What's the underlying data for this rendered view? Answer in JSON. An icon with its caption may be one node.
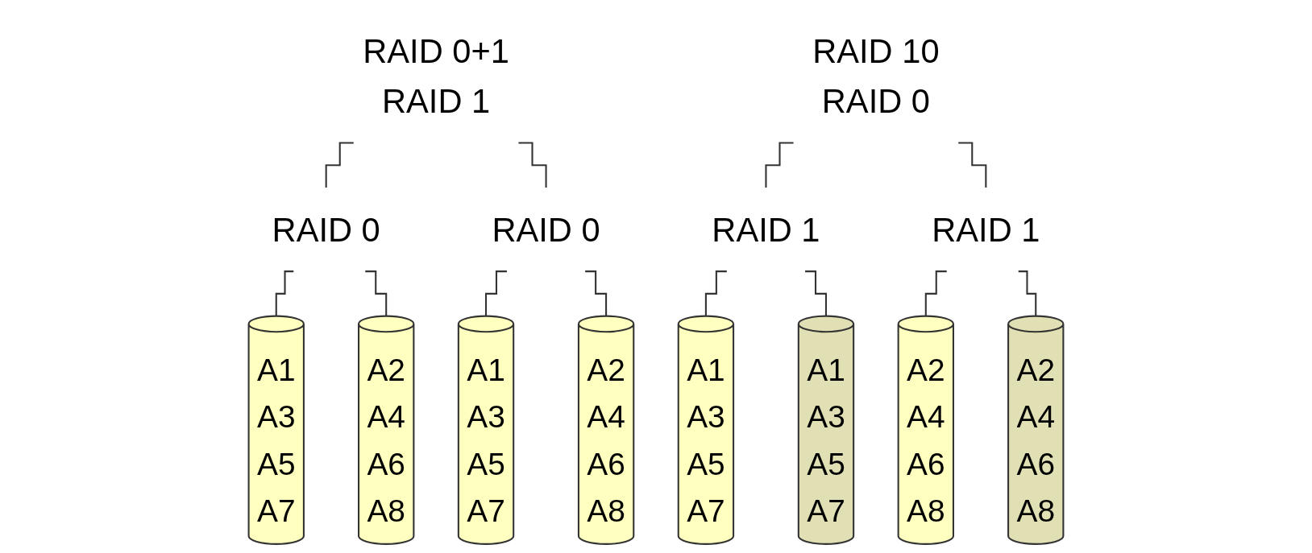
{
  "diagram": {
    "nodes": [
      {
        "text": [
          "RAID 0+1",
          "RAID 1"
        ]
      },
      {
        "text": [
          "RAID 0"
        ]
      },
      {
        "text": [
          "RAID 0"
        ]
      },
      {
        "text": [
          "A1",
          "A3",
          "A5",
          "A7"
        ]
      },
      {
        "text": [
          "A2",
          "A4",
          "A6",
          "A8"
        ]
      },
      {
        "text": [
          "A1",
          "A3",
          "A5",
          "A7"
        ]
      },
      {
        "text": [
          "A2",
          "A4",
          "A6",
          "A8"
        ]
      },
      {
        "text": [
          "RAID 10",
          "RAID 0"
        ]
      },
      {
        "text": [
          "RAID 1"
        ]
      },
      {
        "text": [
          "RAID 1"
        ]
      },
      {
        "text": [
          "A1",
          "A3",
          "A5",
          "A7"
        ]
      },
      {
        "text": [
          "A1",
          "A3",
          "A5",
          "A7"
        ]
      },
      {
        "text": [
          "A2",
          "A4",
          "A6",
          "A8"
        ]
      },
      {
        "text": [
          "A2",
          "A4",
          "A6",
          "A8"
        ]
      }
    ],
    "edges": [
      {
        "from": 0,
        "to": 1,
        "arrow": "none"
      },
      {
        "from": 0,
        "to": 2,
        "arrow": "none"
      },
      {
        "from": 1,
        "to": 3,
        "arrow": "none"
      },
      {
        "from": 1,
        "to": 4,
        "arrow": "none"
      },
      {
        "from": 2,
        "to": 5,
        "arrow": "none"
      },
      {
        "from": 2,
        "to": 6,
        "arrow": "none"
      },
      {
        "from": 7,
        "to": 8,
        "arrow": "none"
      },
      {
        "from": 7,
        "to": 9,
        "arrow": "none"
      },
      {
        "from": 8,
        "to": 10,
        "arrow": "none"
      },
      {
        "from": 8,
        "to": 11,
        "arrow": "none"
      },
      {
        "from": 9,
        "to": 12,
        "arrow": "none"
      },
      {
        "from": 9,
        "to": 13,
        "arrow": "none"
      }
    ]
  }
}
